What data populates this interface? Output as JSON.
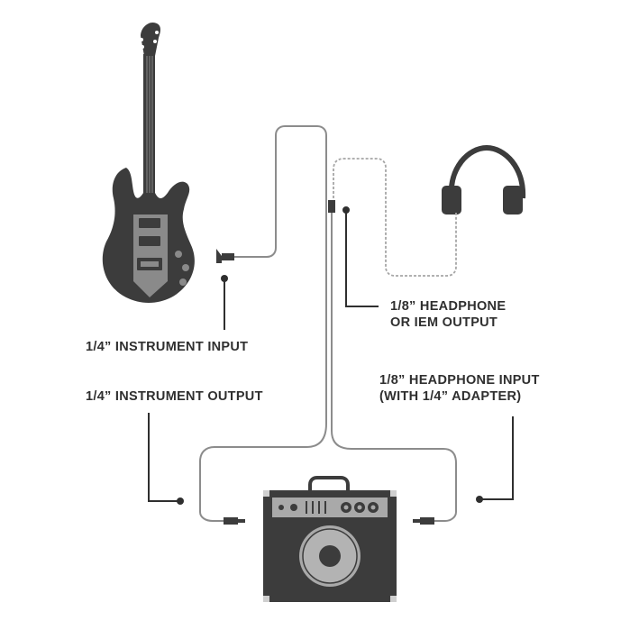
{
  "labels": {
    "instrument_input": "1/4” INSTRUMENT INPUT",
    "instrument_output": "1/4” INSTRUMENT OUTPUT",
    "headphone_output_line1": "1/8” HEADPHONE",
    "headphone_output_line2": "OR IEM OUTPUT",
    "headphone_input_line1": "1/8” HEADPHONE INPUT",
    "headphone_input_line2": "(WITH 1/4” ADAPTER)"
  },
  "colors": {
    "device_dark": "#3c3c3c",
    "device_mid": "#8a8a8a",
    "cable": "#8c8c8c",
    "cable_dashed": "#a6a6a6",
    "leader_line": "#2f2f2f",
    "label_text": "#2f2f2f"
  },
  "icons": {
    "guitar": "electric-guitar-icon",
    "headphones": "headphones-icon",
    "amplifier": "guitar-amp-icon",
    "plug": "cable-plug-icon"
  }
}
